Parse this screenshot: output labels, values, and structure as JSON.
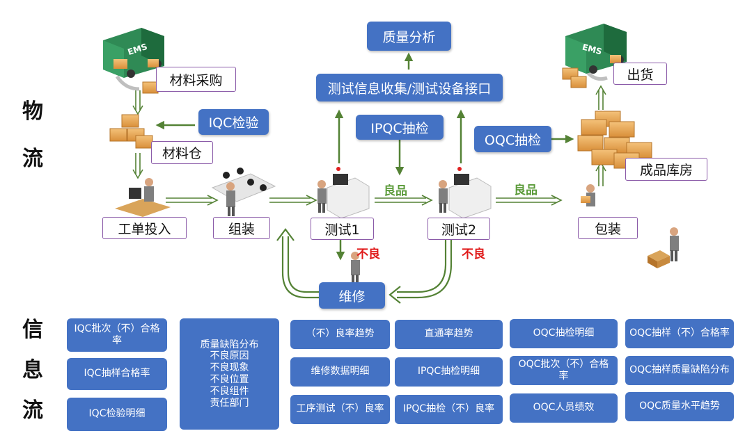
{
  "sides": {
    "physical": [
      "物",
      "流"
    ],
    "info": [
      "信",
      "息",
      "流"
    ]
  },
  "flow": {
    "material_purchase": "材料采购",
    "iqc_inspect": "IQC检验",
    "material_warehouse": "材料仓",
    "work_order": "工单投入",
    "assembly": "组装",
    "test1": "测试1",
    "test2": "测试2",
    "packing": "包装",
    "finished_warehouse": "成品库房",
    "shipping": "出货",
    "repair": "维修",
    "quality_analysis": "质量分析",
    "test_info": "测试信息收集/测试设备接口",
    "ipqc": "IPQC抽检",
    "oqc": "OQC抽检",
    "good1": "良品",
    "good2": "良品",
    "bad1": "不良",
    "bad2": "不良",
    "truck_label_1": "EMS",
    "truck_label_2": "EMS"
  },
  "info": {
    "col1": [
      "IQC批次（不）合格率",
      "IQC抽样合格率",
      "IQC检验明细"
    ],
    "col2": [
      "质量缺陷分布",
      "不良原因",
      "不良现象",
      "不良位置",
      "不良组件",
      "责任部门"
    ],
    "col3": [
      "（不）良率趋势",
      "维修数据明细",
      "工序测试（不）良率"
    ],
    "col4": [
      "直通率趋势",
      "IPQC抽检明细",
      "IPQC抽检（不）良率"
    ],
    "col5": [
      "OQC抽检明细",
      "OQC批次（不）合格率",
      "OQC人员绩效"
    ],
    "col6": [
      "OQC抽样（不）合格率",
      "OQC抽样质量缺陷分布",
      "OQC质量水平趋势"
    ]
  },
  "colors": {
    "box_blue": "#4472c4",
    "arrow_green": "#548235",
    "label_green": "#5b9b3a",
    "label_red": "#e01a1a",
    "border_purple": "#8a5aa8"
  }
}
